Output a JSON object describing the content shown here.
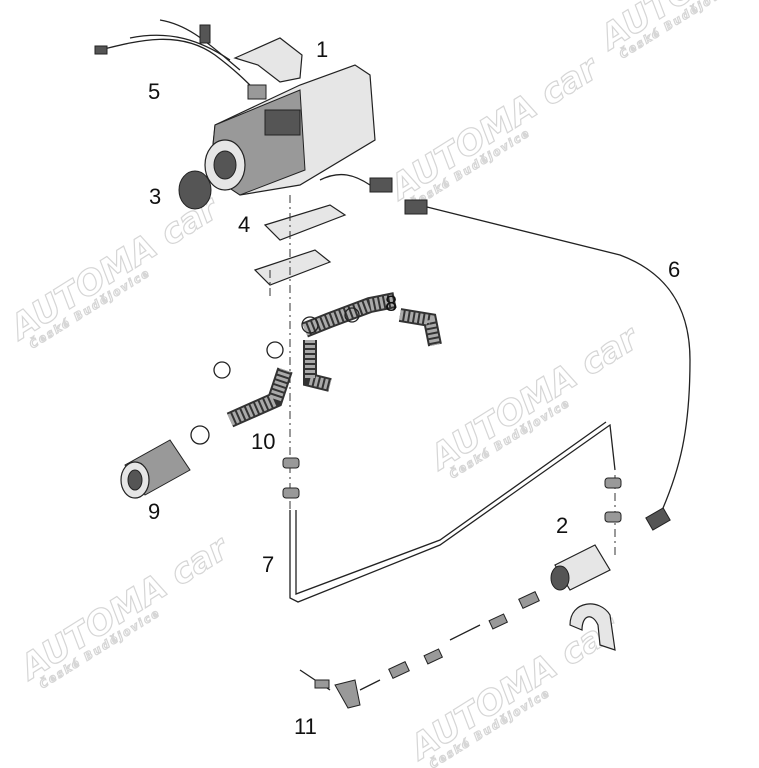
{
  "watermark": {
    "brand": "AUTOMA car",
    "city": "České Budějovice"
  },
  "part_labels": {
    "p1": "1",
    "p2": "2",
    "p3": "3",
    "p4": "4",
    "p5": "5",
    "p6": "6",
    "p7": "7",
    "p8": "8",
    "p9": "9",
    "p10": "10",
    "p11": "11"
  }
}
